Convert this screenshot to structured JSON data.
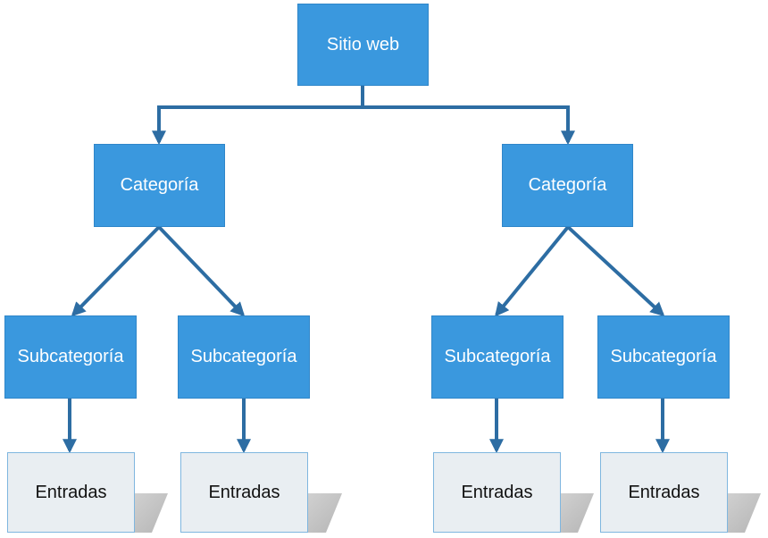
{
  "root": {
    "label": "Sitio web"
  },
  "categories": [
    {
      "label": "Categoría"
    },
    {
      "label": "Categoría"
    }
  ],
  "subcategories": [
    {
      "label": "Subcategoría"
    },
    {
      "label": "Subcategoría"
    },
    {
      "label": "Subcategoría"
    },
    {
      "label": "Subcategoría"
    }
  ],
  "entries": [
    {
      "label": "Entradas"
    },
    {
      "label": "Entradas"
    },
    {
      "label": "Entradas"
    },
    {
      "label": "Entradas"
    }
  ],
  "colors": {
    "node_fill": "#3a98de",
    "leaf_fill": "#e9eef2",
    "leaf_border": "#7fb6df",
    "connector": "#2d6da3"
  }
}
